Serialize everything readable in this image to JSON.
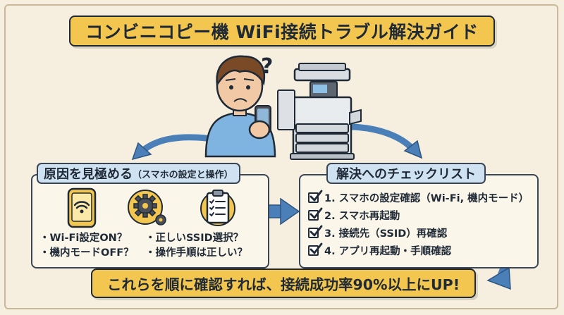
{
  "title": "コンビニコピー機 WiFi接続トラブル解決ガイド",
  "left_panel": {
    "heading": "原因を見極める",
    "heading_sub": "（スマホの設定と操作）",
    "icons": [
      "wifi-phone-icon",
      "gears-icon",
      "checklist-clipboard-icon"
    ],
    "col1": [
      "・Wi-Fi設定ON？",
      "・機内モードOFF？"
    ],
    "col2": [
      "・正しいSSID選択？",
      "・操作手順は正しい？"
    ]
  },
  "right_panel": {
    "heading": "解決へのチェックリスト",
    "items": [
      "1. スマホの設定確認（Wi-Fi, 機内モード）",
      "2. スマホ再起動",
      "3. 接続先（SSID）再確認",
      "4. アプリ再起動・手順確認"
    ]
  },
  "footer": "これらを順に確認すれば、接続成功率90%以上にUP!",
  "colors": {
    "background": "#f6efdf",
    "banner": "#f3c64f",
    "panel_header": "#cfe2f1",
    "arrow": "#4a7fb8",
    "ink": "#1f2a36"
  }
}
